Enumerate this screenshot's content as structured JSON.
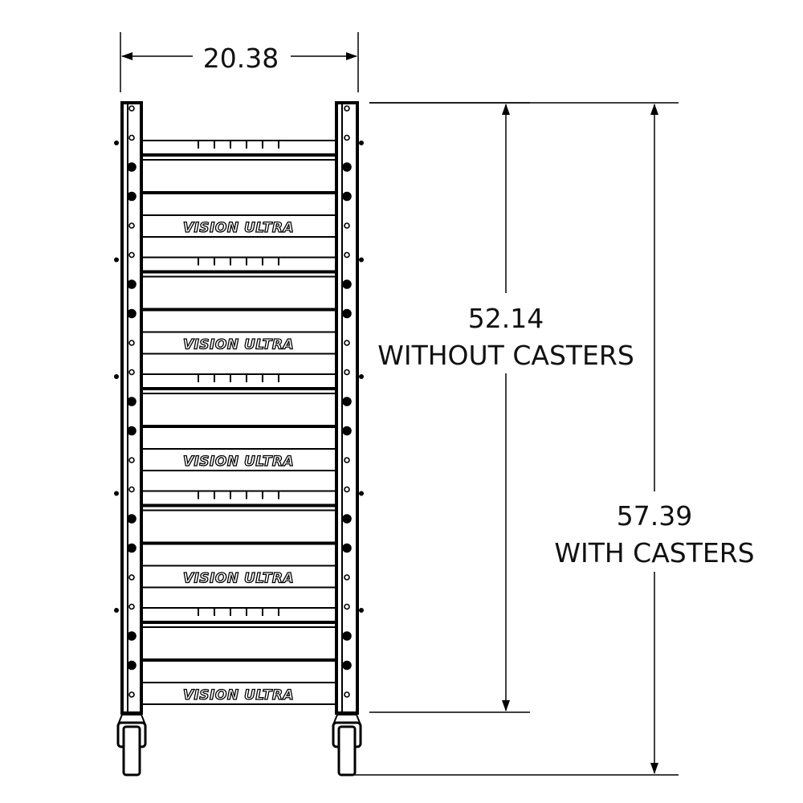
{
  "drawing": {
    "width_dimension": "20.38",
    "height_without_casters": {
      "value": "52.14",
      "label": "WITHOUT CASTERS"
    },
    "height_with_casters": {
      "value": "57.39",
      "label": "WITH CASTERS"
    },
    "shelf_brand_label": "VISION ULTRA",
    "shelf_count": 5,
    "colors": {
      "line": "#000000",
      "background": "#ffffff"
    }
  }
}
